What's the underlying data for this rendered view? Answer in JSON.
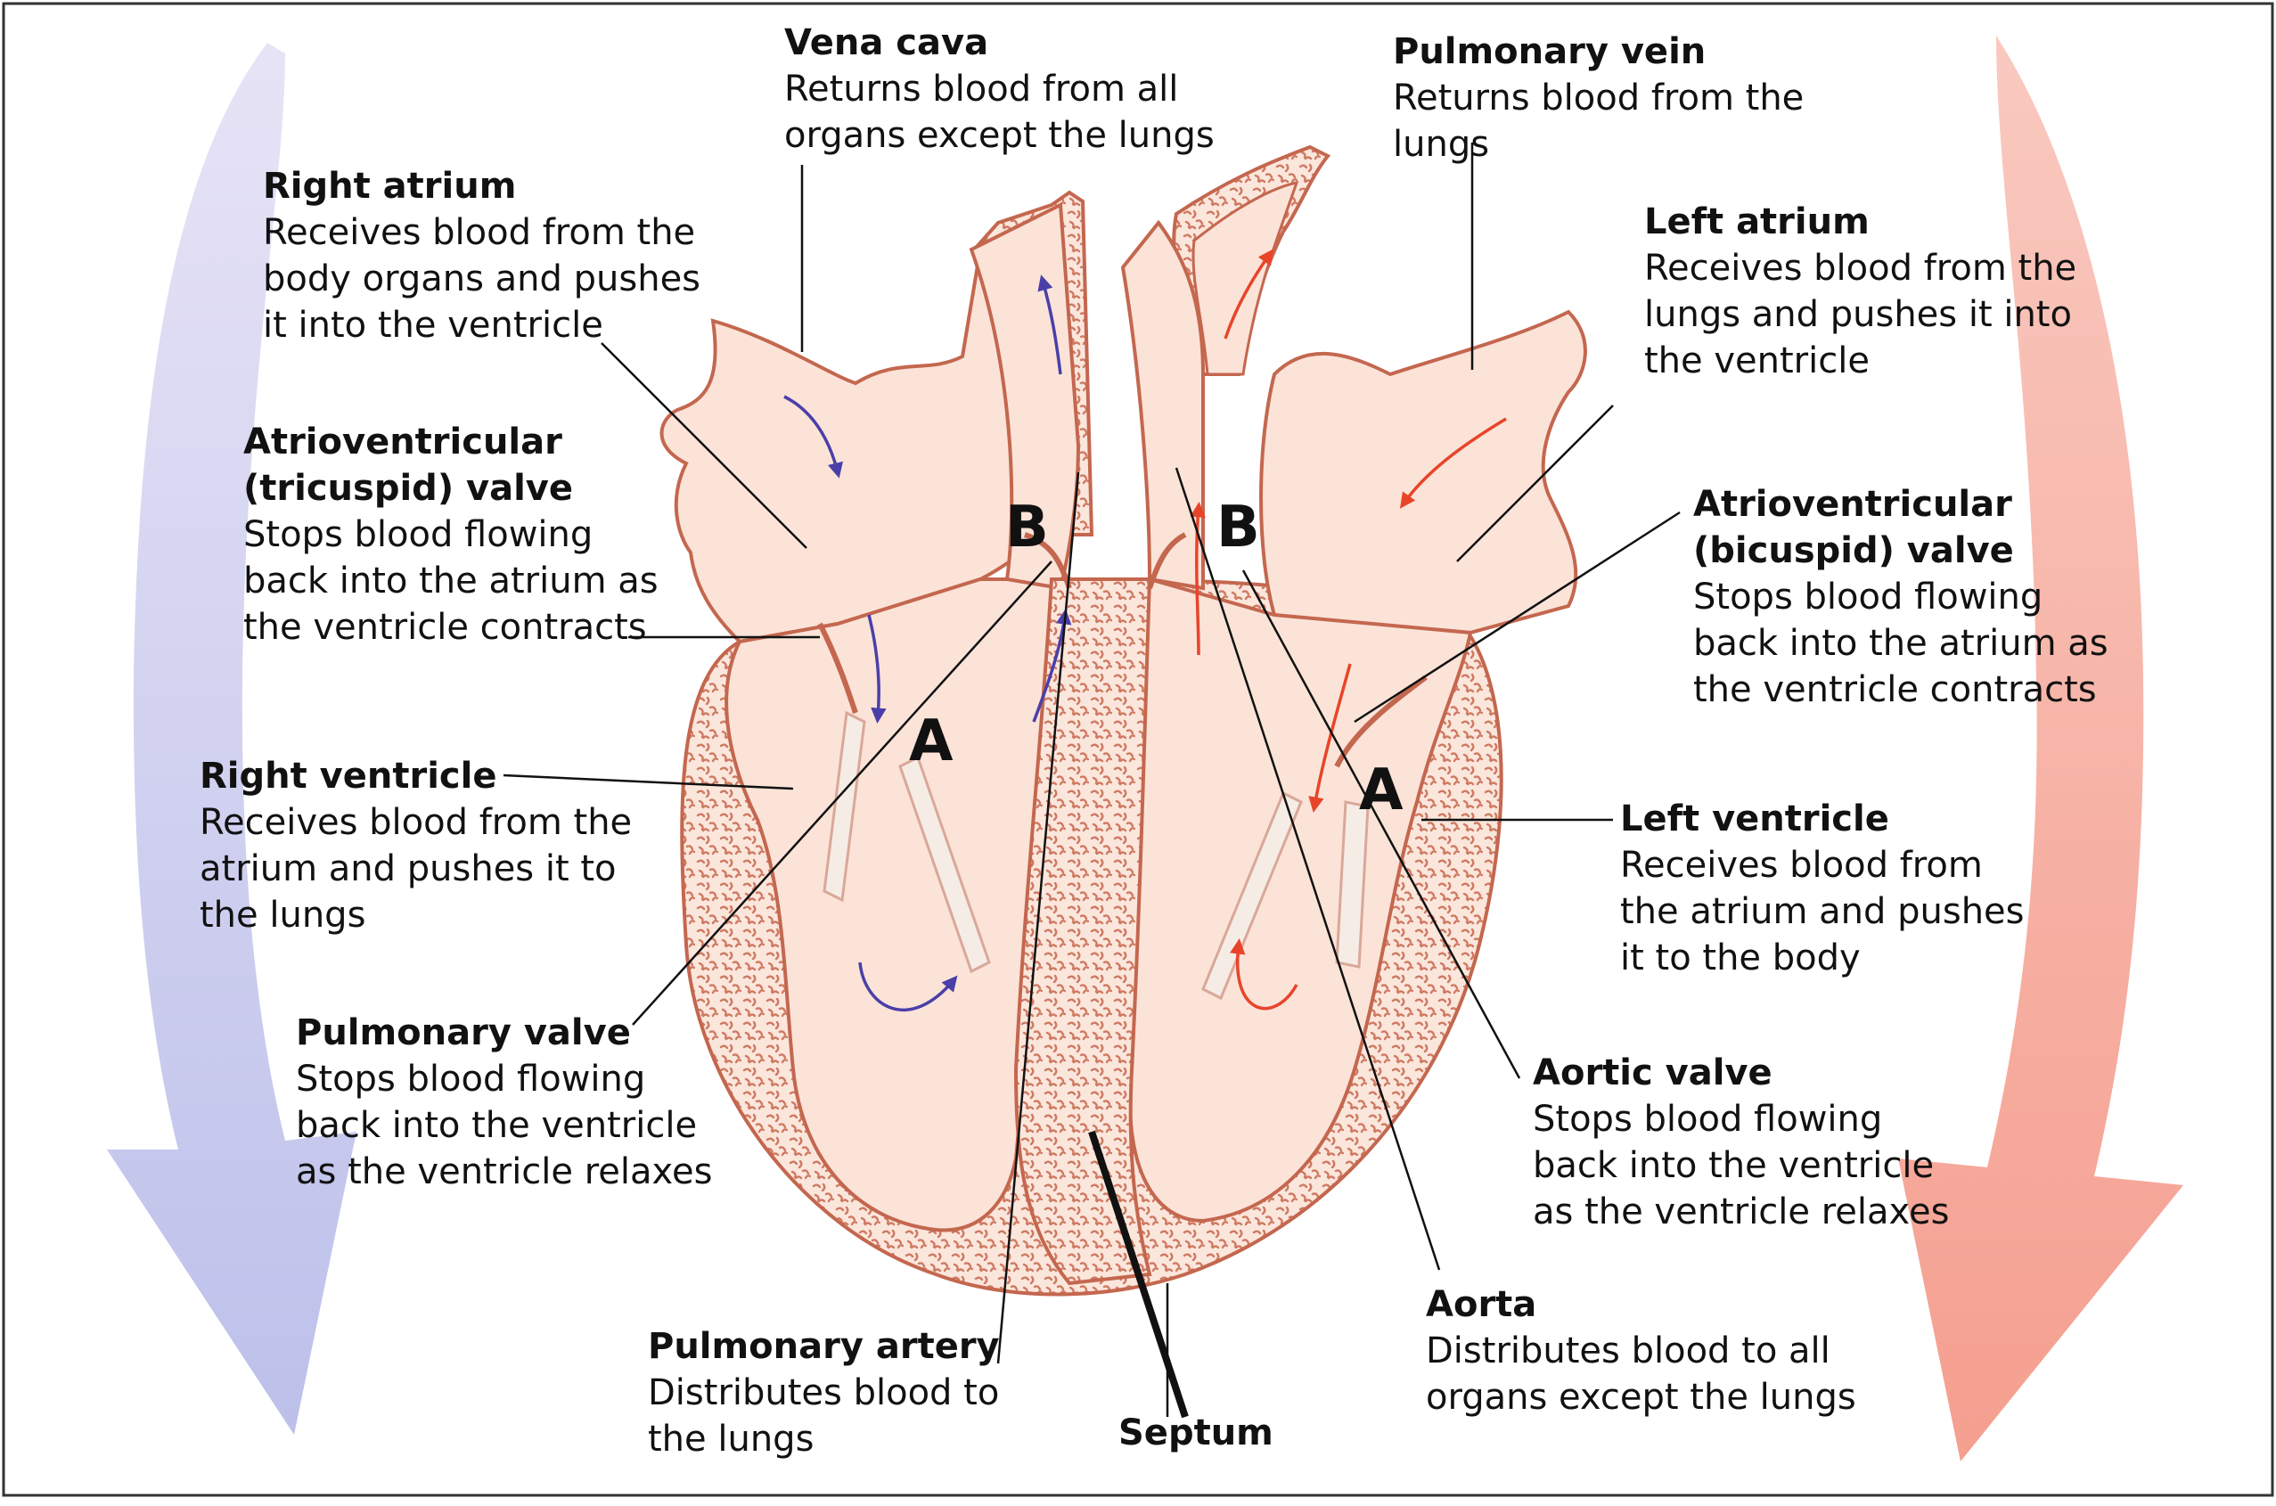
{
  "labels": {
    "vena_cava": {
      "title": "Vena cava",
      "lines": [
        "Returns blood from all",
        "organs except the lungs"
      ]
    },
    "pulmonary_vein": {
      "title": "Pulmonary vein",
      "lines": [
        "Returns blood from the",
        "lungs"
      ]
    },
    "right_atrium": {
      "title": "Right atrium",
      "lines": [
        "Receives blood from the",
        "body organs and pushes",
        "it into the ventricle"
      ]
    },
    "left_atrium": {
      "title": "Left atrium",
      "lines": [
        "Receives blood from the",
        "lungs and pushes it into",
        "the ventricle"
      ]
    },
    "tricuspid_valve": {
      "title": "Atrioventricular",
      "title2": "(tricuspid) valve",
      "lines": [
        "Stops blood flowing",
        "back into the atrium as",
        "the ventricle contracts"
      ]
    },
    "bicuspid_valve": {
      "title": "Atrioventricular",
      "title2": "(bicuspid) valve",
      "lines": [
        "Stops blood flowing",
        "back into the atrium as",
        "the ventricle contracts"
      ]
    },
    "right_ventricle": {
      "title": "Right ventricle",
      "lines": [
        "Receives blood from the",
        "atrium and pushes it to",
        "the lungs"
      ]
    },
    "left_ventricle": {
      "title": "Left ventricle",
      "lines": [
        "Receives blood from",
        "the atrium and pushes",
        "it to the body"
      ]
    },
    "pulmonary_valve": {
      "title": "Pulmonary valve",
      "lines": [
        "Stops blood flowing",
        "back into the ventricle",
        "as the ventricle relaxes"
      ]
    },
    "aortic_valve": {
      "title": "Aortic valve",
      "lines": [
        "Stops blood flowing",
        "back into the ventricle",
        "as the ventricle relaxes"
      ]
    },
    "pulmonary_artery": {
      "title": "Pulmonary artery",
      "lines": [
        "Distributes blood to",
        "the lungs"
      ]
    },
    "aorta": {
      "title": "Aorta",
      "lines": [
        "Distributes blood to all",
        "organs except the lungs"
      ]
    },
    "septum": {
      "title": "Septum"
    }
  },
  "letters": {
    "a": "A",
    "b": "B"
  },
  "colors": {
    "deoxygenated_arrow": "#4a3fa8",
    "oxygenated_arrow": "#e8442a",
    "heart_fill": "#fbe3d8",
    "heart_wall": "#f3c8b8",
    "heart_outline": "#c4674f",
    "side_arrow_left": "#cdd0f0",
    "side_arrow_right": "#f4a79a"
  }
}
